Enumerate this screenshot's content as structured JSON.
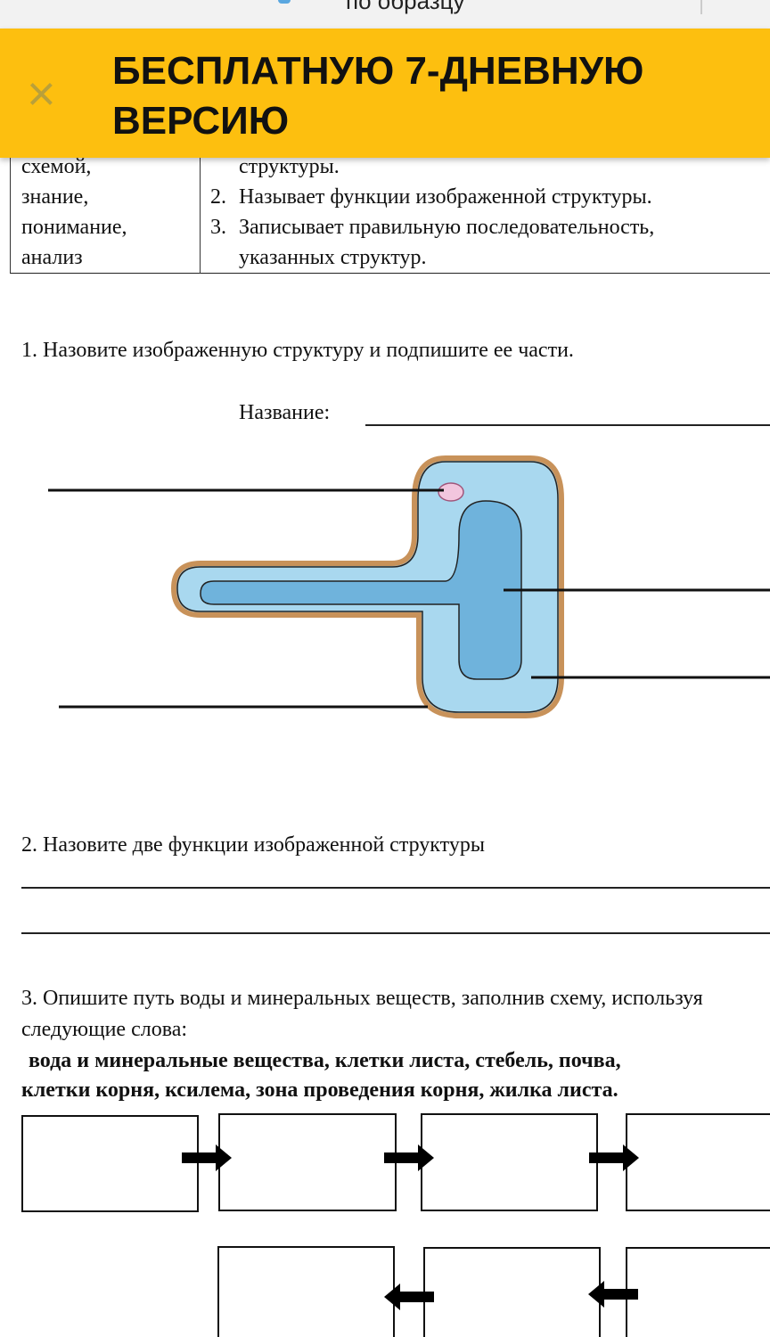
{
  "topbar": {
    "title": "по образцу"
  },
  "banner": {
    "title": "БЕСПЛАТНУЮ 7-ДНЕВНУЮ ВЕРСИЮ",
    "close": "×"
  },
  "table": {
    "col1": [
      "схемой,",
      "знание,",
      "понимание,",
      "анализ"
    ],
    "col2": [
      {
        "num": "",
        "text": "структуры."
      },
      {
        "num": "2.",
        "text": "Называет  функции  изображенной структуры."
      },
      {
        "num": "3.",
        "text": "Записывает правильную последовательность,"
      },
      {
        "num": "",
        "text": "указанных структур."
      }
    ]
  },
  "q1": {
    "text": "1. Назовите изображенную структуру и подпишите ее части.",
    "name_label": "Название:"
  },
  "q2": {
    "text": "2. Назовите две функции изображенной структуры"
  },
  "q3": {
    "text": "3. Опишите путь воды и минеральных веществ, заполнив схему, используя",
    "text2": "следующие слова:",
    "words1": "вода и минеральные вещества, клетки листа, стебель, почва,",
    "words2": "клетки корня, ксилема, зона проведения корня, жилка листа."
  },
  "colors": {
    "banner": "#fdbf0f",
    "cell_wall": "#c8925a",
    "cytoplasm": "#a9d8ef",
    "vacuole": "#6fb3dc",
    "nucleus": "#f2c6de"
  }
}
